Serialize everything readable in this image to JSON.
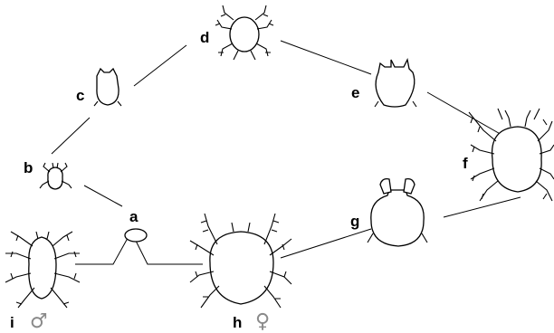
{
  "labels": {
    "a": "a",
    "b": "b",
    "c": "c",
    "d": "d",
    "e": "e",
    "f": "f",
    "g": "g",
    "h": "h",
    "i": "i"
  },
  "symbols": {
    "male": "♂",
    "female": "♀"
  },
  "colors": {
    "line": "#000000",
    "symbol": "#8a8a8a"
  }
}
